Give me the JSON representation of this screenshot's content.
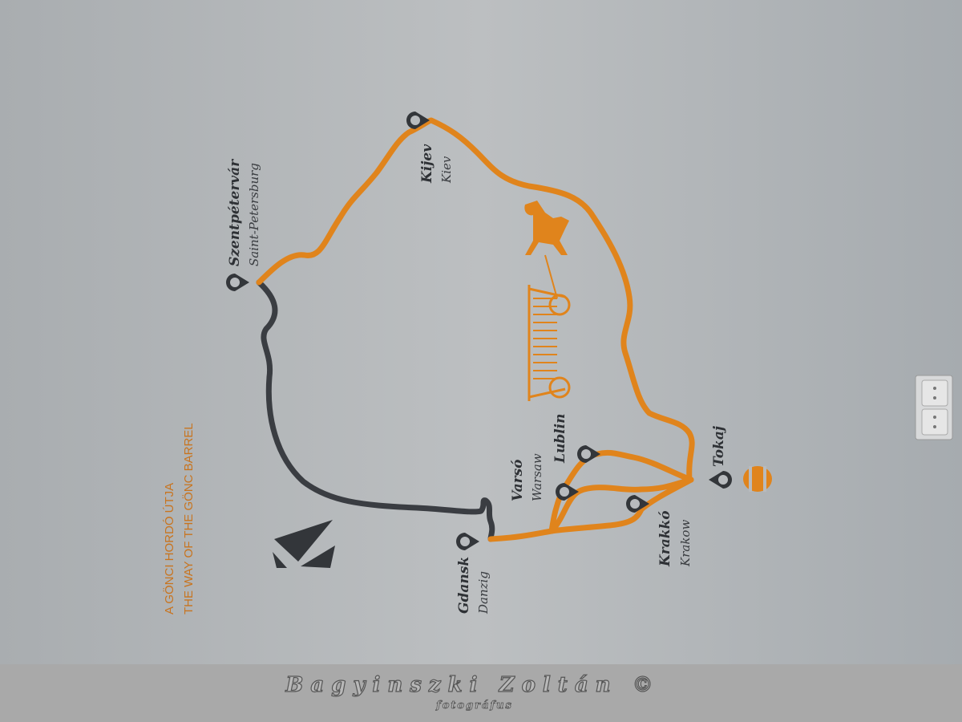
{
  "map": {
    "title_hu": "A GÖNCI HORDÓ ÚTJA",
    "title_en": "THE WAY OF THE GÖNC BARREL",
    "route_color": "#e0841c",
    "sea_route_color": "#3a3d42",
    "cities": [
      {
        "name": "Szentpétervár",
        "alt": "Saint-Petersburg"
      },
      {
        "name": "Kijev",
        "alt": "Kiev"
      },
      {
        "name": "Tokaj",
        "alt": ""
      },
      {
        "name": "Krakkó",
        "alt": "Krakow"
      },
      {
        "name": "Varsó",
        "alt": "Warsaw"
      },
      {
        "name": "Lublin",
        "alt": ""
      },
      {
        "name": "Gdansk",
        "alt": "Danzig"
      }
    ]
  },
  "watermark": {
    "name": "Bagyinszki Zoltán ©",
    "subtitle": "fotográfus"
  }
}
